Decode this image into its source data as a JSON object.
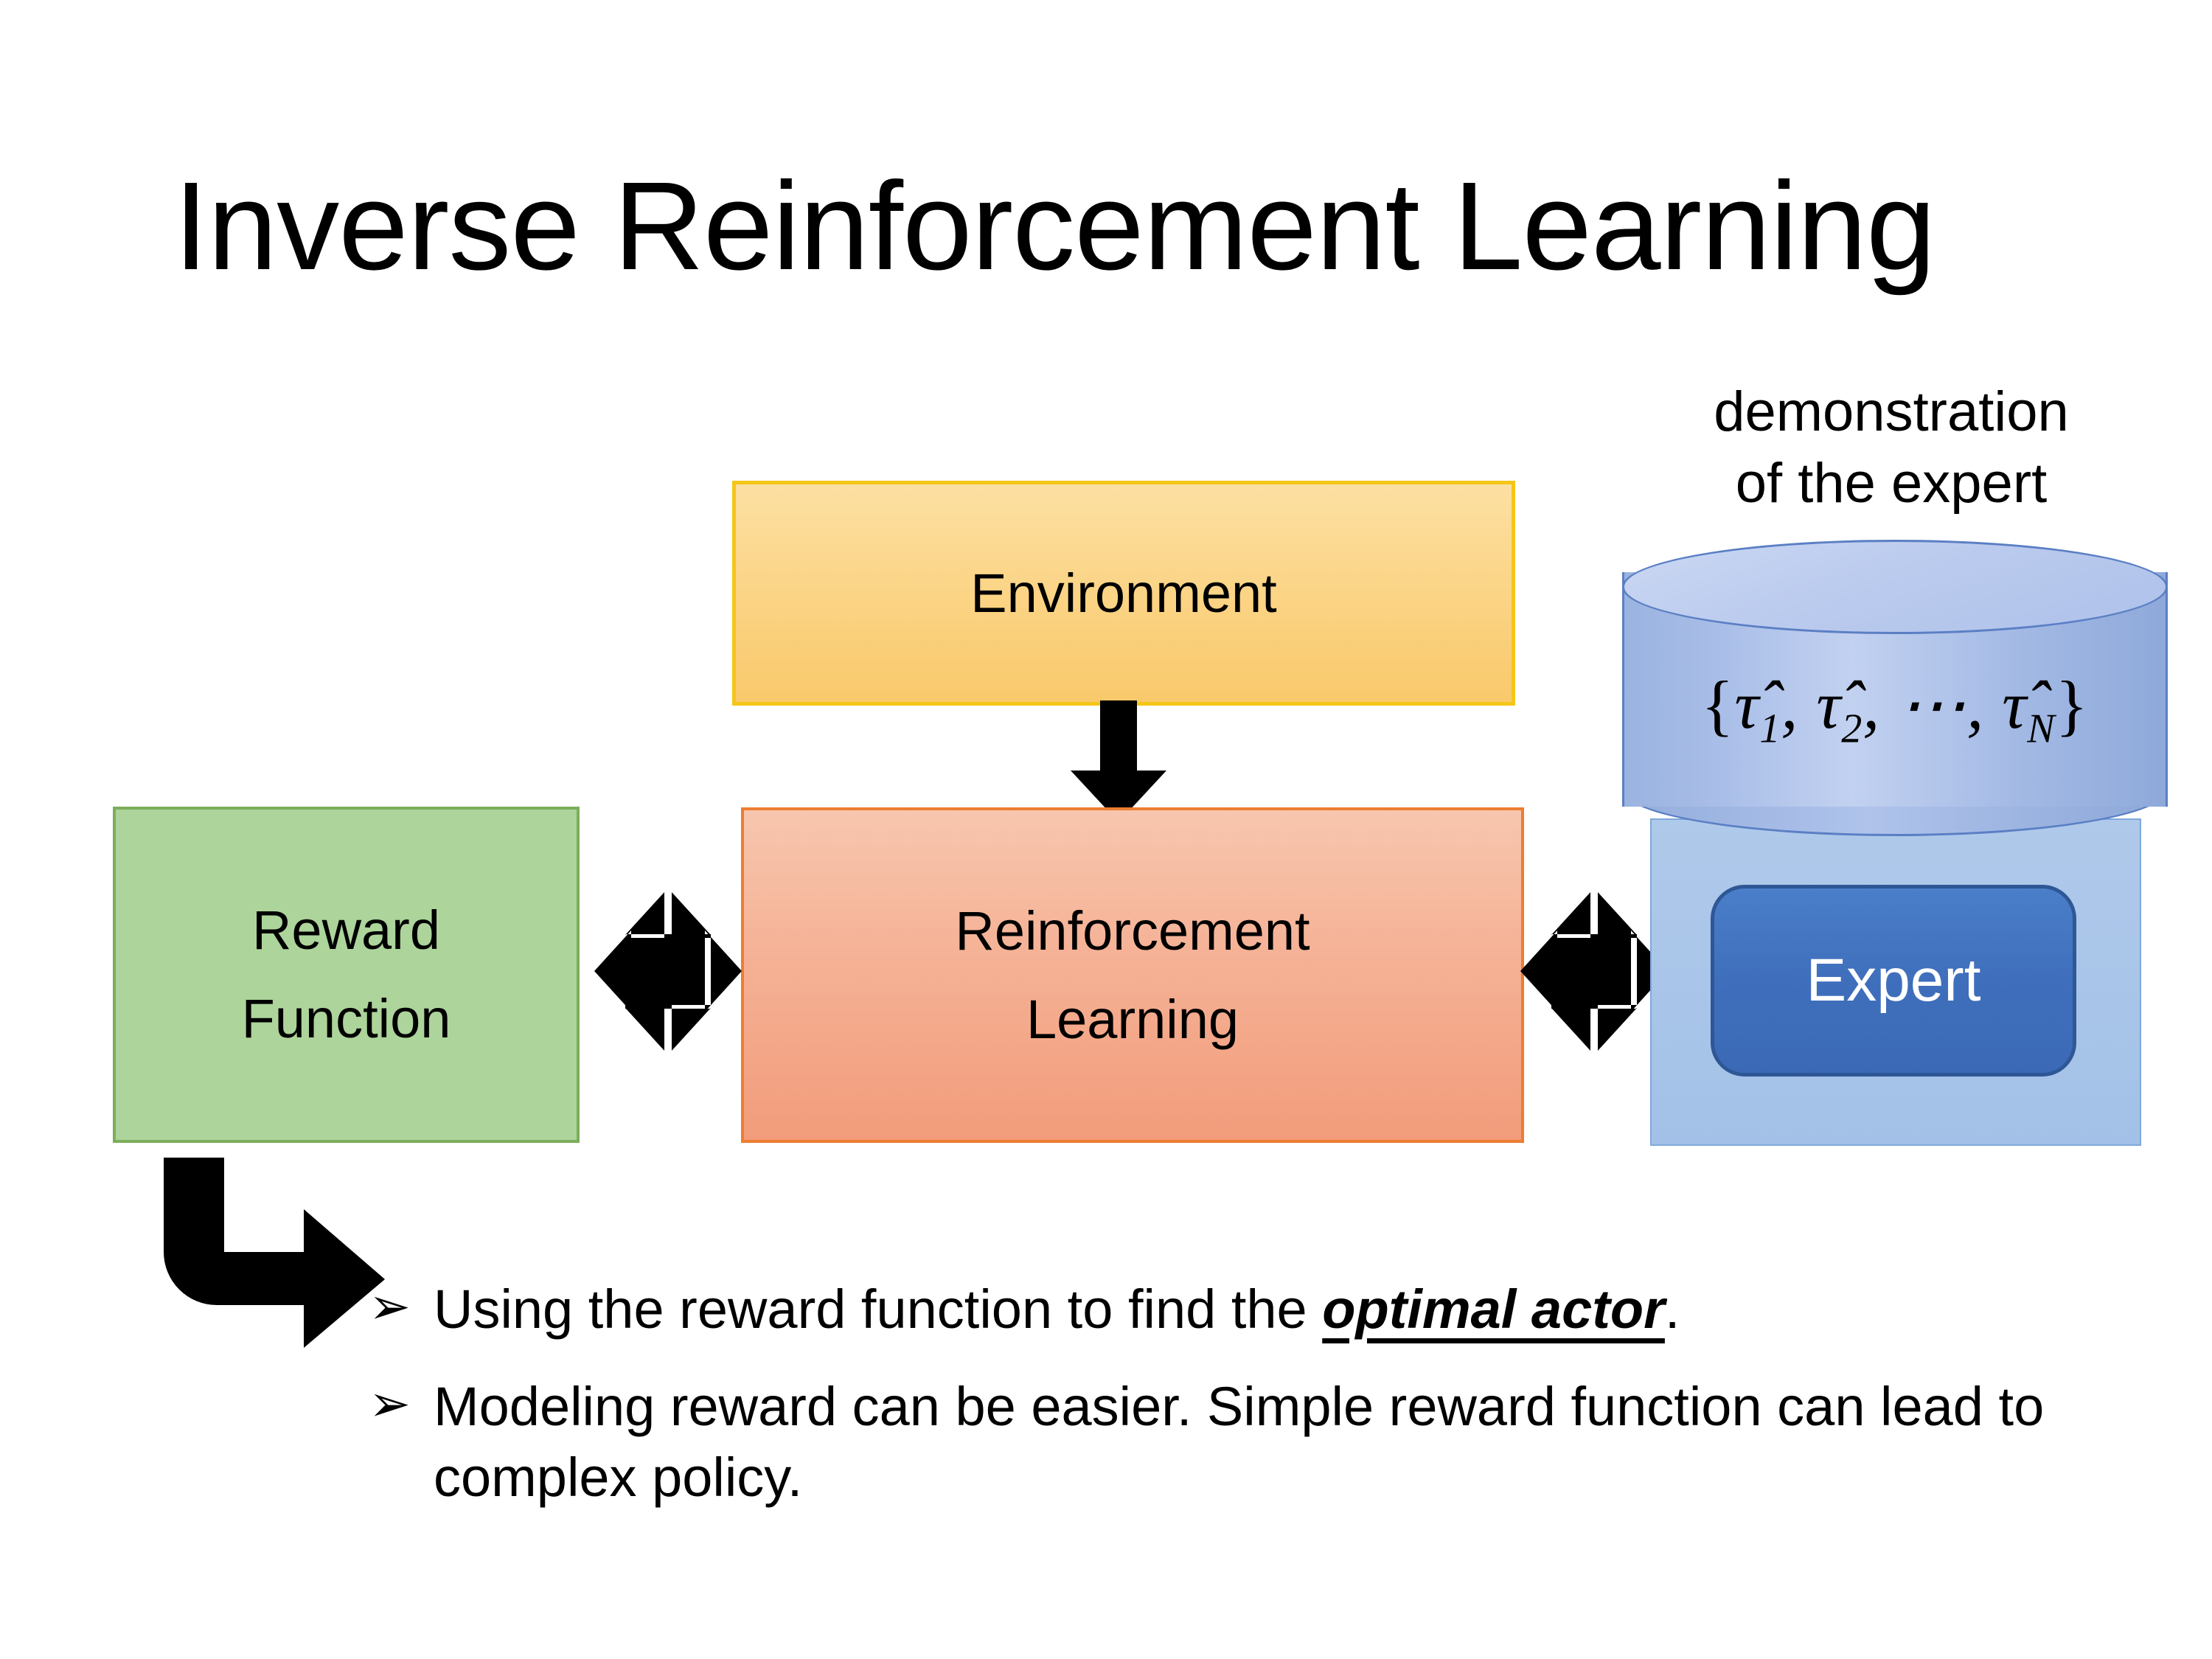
{
  "slide": {
    "title": "Inverse Reinforcement Learning",
    "background_color": "#ffffff"
  },
  "diagram": {
    "environment_box": {
      "label": "Environment",
      "fill_color": "#FBD383",
      "border_color": "#F5C518"
    },
    "rl_box": {
      "line1": "Reinforcement",
      "line2": "Learning",
      "fill_color": "#F5B195",
      "border_color": "#ED7D31"
    },
    "reward_box": {
      "line1": "Reward",
      "line2": "Function",
      "fill_color": "#ADD49B",
      "border_color": "#7CAE5A"
    },
    "demonstration": {
      "caption_line1": "demonstration",
      "caption_line2": "of the expert",
      "cylinder_formula_prefix": "{",
      "cylinder_formula": "τ̄1, τ̄2, ⋯, τ̄N",
      "cylinder_fill_color": "#A9BEE8",
      "cylinder_border_color": "#5B7FC4"
    },
    "expert_panel": {
      "fill_color": "#A3C1E8",
      "border_color": "#7FA8DC"
    },
    "expert_button": {
      "label": "Expert",
      "fill_color": "#3F6FBC",
      "border_color": "#2E5796",
      "text_color": "#FFFFFF"
    },
    "arrows": {
      "environment_to_rl": "down-arrow-icon",
      "reward_rl_link": "quad-arrow-icon",
      "rl_expert_link": "quad-arrow-icon",
      "reward_to_bullets": "bent-arrow-icon",
      "color": "#000000"
    }
  },
  "bullets": {
    "glyph": "➢",
    "items": [
      {
        "text_before": "Using the reward function to find the ",
        "emphasis": "optimal actor",
        "text_after": "."
      },
      {
        "text_before": "Modeling reward can be easier. Simple reward function can lead to complex policy.",
        "emphasis": "",
        "text_after": ""
      }
    ]
  }
}
